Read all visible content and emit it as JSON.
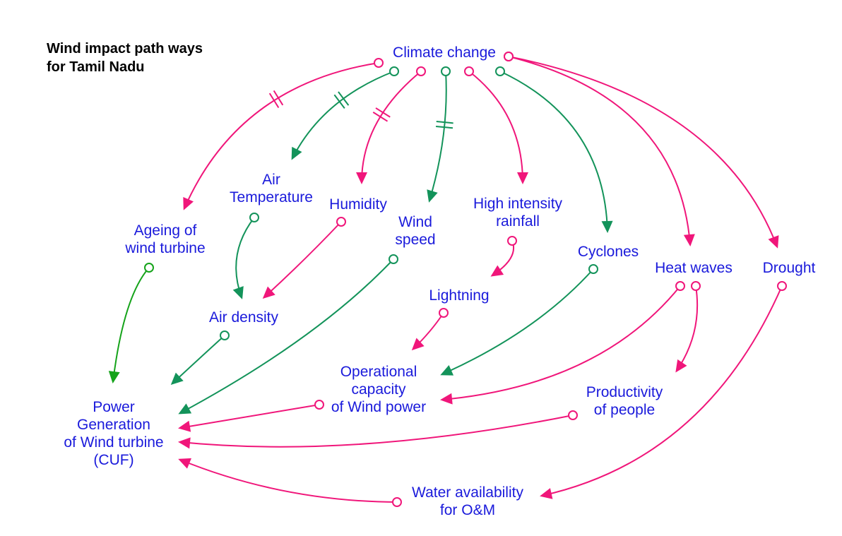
{
  "title": {
    "line1": "Wind impact path ways",
    "line2": "for Tamil Nadu"
  },
  "colors": {
    "negative": "#f0167a",
    "positive": "#13935a",
    "positive_bright": "#15a31a",
    "label": "#1a1adb",
    "title": "#000000"
  },
  "nodes": {
    "climate_change": {
      "lines": [
        "Climate change"
      ]
    },
    "air_temperature": {
      "lines": [
        "Air",
        "Temperature"
      ]
    },
    "humidity": {
      "lines": [
        "Humidity"
      ]
    },
    "wind_speed": {
      "lines": [
        "Wind",
        "speed"
      ]
    },
    "high_intensity_rainfall": {
      "lines": [
        "High intensity",
        "rainfall"
      ]
    },
    "ageing_of_wind_turbine": {
      "lines": [
        "Ageing of",
        "wind turbine"
      ]
    },
    "cyclones": {
      "lines": [
        "Cyclones"
      ]
    },
    "heat_waves": {
      "lines": [
        "Heat waves"
      ]
    },
    "drought": {
      "lines": [
        "Drought"
      ]
    },
    "lightning": {
      "lines": [
        "Lightning"
      ]
    },
    "air_density": {
      "lines": [
        "Air density"
      ]
    },
    "operational_capacity": {
      "lines": [
        "Operational",
        "capacity",
        "of Wind power"
      ]
    },
    "productivity_of_people": {
      "lines": [
        "Productivity",
        "of people"
      ]
    },
    "power_generation": {
      "lines": [
        "Power",
        "Generation",
        "of Wind turbine",
        "(CUF)"
      ]
    },
    "water_availability": {
      "lines": [
        "Water availability",
        "for O&M"
      ]
    }
  },
  "links": [
    {
      "from": "climate_change",
      "to": "ageing_of_wind_turbine",
      "polarity": "negative",
      "delay": true
    },
    {
      "from": "climate_change",
      "to": "air_temperature",
      "polarity": "positive",
      "delay": true
    },
    {
      "from": "climate_change",
      "to": "humidity",
      "polarity": "negative",
      "delay": true
    },
    {
      "from": "climate_change",
      "to": "wind_speed",
      "polarity": "positive",
      "delay": true
    },
    {
      "from": "climate_change",
      "to": "high_intensity_rainfall",
      "polarity": "negative",
      "delay": false
    },
    {
      "from": "climate_change",
      "to": "cyclones",
      "polarity": "positive",
      "delay": false
    },
    {
      "from": "climate_change",
      "to": "heat_waves",
      "polarity": "negative",
      "delay": false
    },
    {
      "from": "climate_change",
      "to": "drought",
      "polarity": "negative",
      "delay": false
    },
    {
      "from": "air_temperature",
      "to": "air_density",
      "polarity": "positive",
      "delay": false
    },
    {
      "from": "humidity",
      "to": "air_density",
      "polarity": "negative",
      "delay": false
    },
    {
      "from": "ageing_of_wind_turbine",
      "to": "power_generation",
      "polarity": "positive",
      "delay": false
    },
    {
      "from": "air_density",
      "to": "power_generation",
      "polarity": "positive",
      "delay": false
    },
    {
      "from": "wind_speed",
      "to": "power_generation",
      "polarity": "positive",
      "delay": false
    },
    {
      "from": "high_intensity_rainfall",
      "to": "lightning",
      "polarity": "negative",
      "delay": false
    },
    {
      "from": "lightning",
      "to": "operational_capacity",
      "polarity": "negative",
      "delay": false
    },
    {
      "from": "cyclones",
      "to": "operational_capacity",
      "polarity": "positive",
      "delay": false
    },
    {
      "from": "heat_waves",
      "to": "operational_capacity",
      "polarity": "negative",
      "delay": false
    },
    {
      "from": "heat_waves",
      "to": "productivity_of_people",
      "polarity": "negative",
      "delay": false
    },
    {
      "from": "operational_capacity",
      "to": "power_generation",
      "polarity": "negative",
      "delay": false
    },
    {
      "from": "productivity_of_people",
      "to": "power_generation",
      "polarity": "negative",
      "delay": false
    },
    {
      "from": "drought",
      "to": "water_availability",
      "polarity": "negative",
      "delay": false
    },
    {
      "from": "water_availability",
      "to": "power_generation",
      "polarity": "negative",
      "delay": false
    }
  ]
}
